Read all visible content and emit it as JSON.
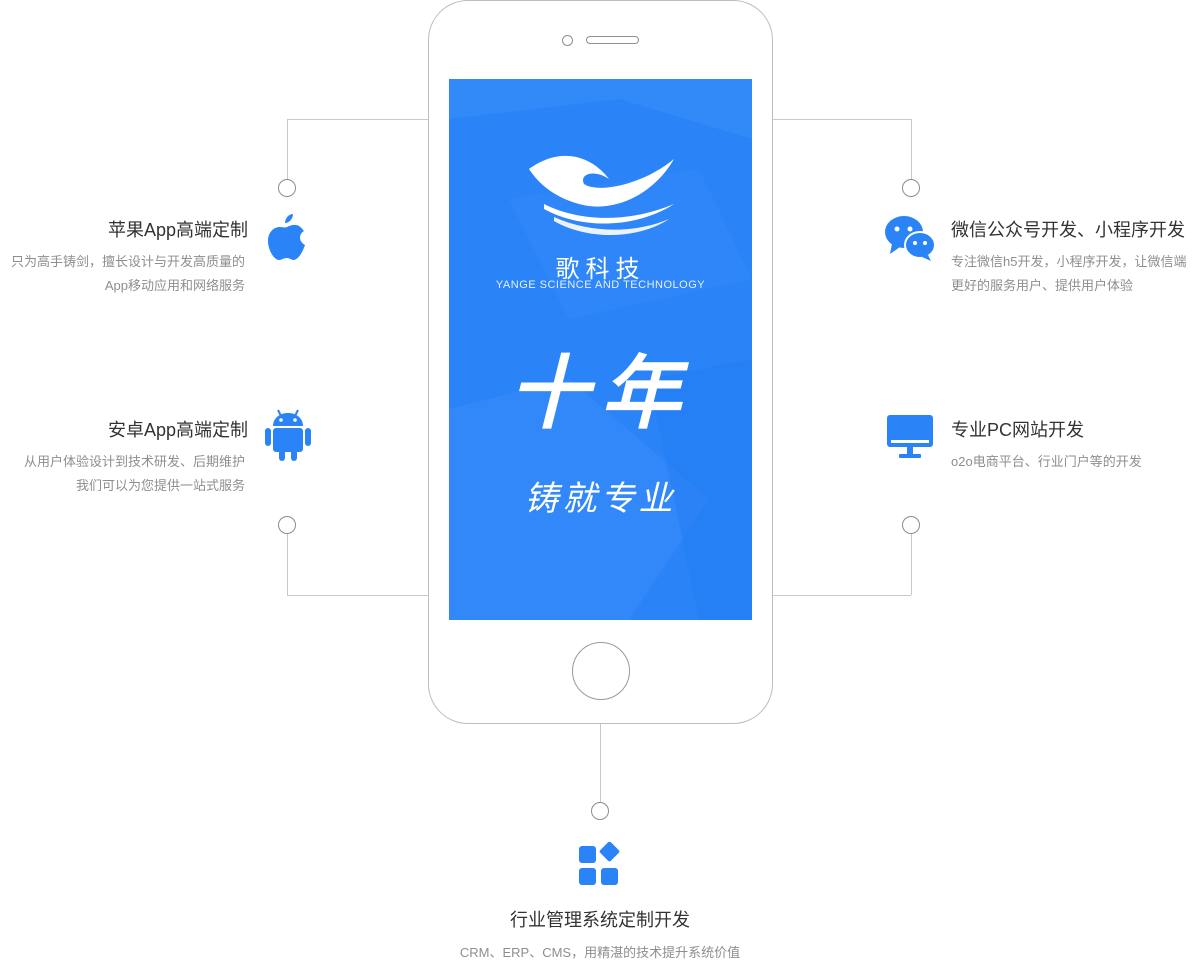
{
  "colors": {
    "accent": "#2a84f8",
    "line": "#c9c9c9"
  },
  "phone": {
    "brand_cn": "歌科技",
    "brand_en": "YANGE SCIENCE AND TECHNOLOGY",
    "slogan_big": "十年",
    "slogan_small": "铸就专业"
  },
  "features": {
    "ios": {
      "icon": "apple-icon",
      "title": "苹果App高端定制",
      "desc1": "只为高手铸剑，擅长设计与开发高质量的",
      "desc2": "App移动应用和网络服务"
    },
    "android": {
      "icon": "android-icon",
      "title": "安卓App高端定制",
      "desc1": "从用户体验设计到技术研发、后期维护",
      "desc2": "我们可以为您提供一站式服务"
    },
    "wechat": {
      "icon": "wechat-icon",
      "title": "微信公众号开发、小程序开发",
      "desc1": "专注微信h5开发，小程序开发，让微信端",
      "desc2": "更好的服务用户、提供用户体验"
    },
    "pc": {
      "icon": "monitor-icon",
      "title": "专业PC网站开发",
      "desc1": "o2o电商平台、行业门户等的开发"
    },
    "system": {
      "icon": "apps-icon",
      "title": "行业管理系统定制开发",
      "desc1": "CRM、ERP、CMS，用精湛的技术提升系统价值"
    }
  }
}
